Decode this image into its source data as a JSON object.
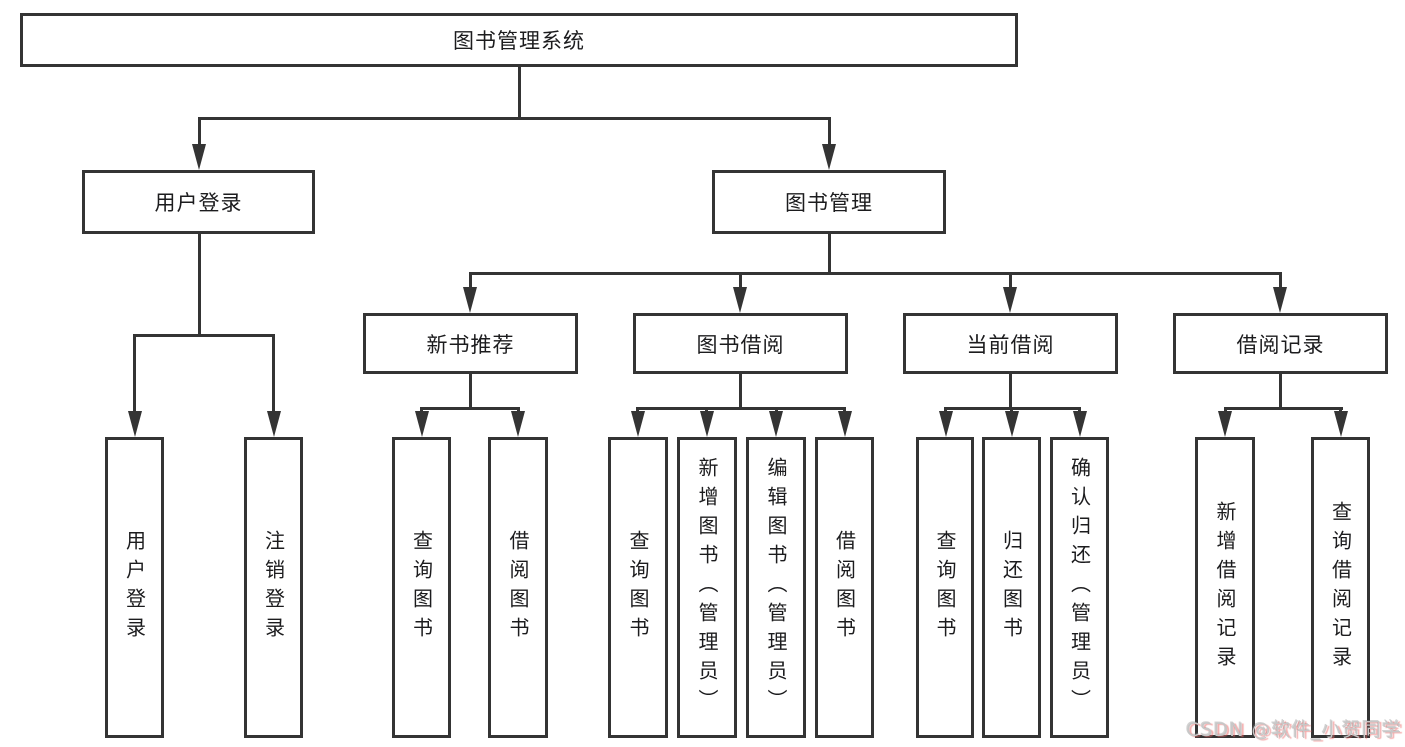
{
  "tree": {
    "root": {
      "label": "图书管理系统"
    },
    "branches": [
      {
        "label": "用户登录",
        "children": [
          {
            "label": "用户登录"
          },
          {
            "label": "注销登录"
          }
        ]
      },
      {
        "label": "图书管理",
        "groups": [
          {
            "label": "新书推荐",
            "children": [
              {
                "label": "查询图书"
              },
              {
                "label": "借阅图书"
              }
            ]
          },
          {
            "label": "图书借阅",
            "children": [
              {
                "label": "查询图书"
              },
              {
                "label": "新增图书（管理员）"
              },
              {
                "label": "编辑图书（管理员）"
              },
              {
                "label": "借阅图书"
              }
            ]
          },
          {
            "label": "当前借阅",
            "children": [
              {
                "label": "查询图书"
              },
              {
                "label": "归还图书"
              },
              {
                "label": "确认归还（管理员）"
              }
            ]
          },
          {
            "label": "借阅记录",
            "children": [
              {
                "label": "新增借阅记录"
              },
              {
                "label": "查询借阅记录"
              }
            ]
          }
        ]
      }
    ]
  },
  "watermark": {
    "text": "CSDN @软件_小贺同学"
  },
  "colors": {
    "line": "#343434",
    "background": "#ffffff",
    "text": "#1c1c1e",
    "watermark": "#c7c7c7"
  }
}
